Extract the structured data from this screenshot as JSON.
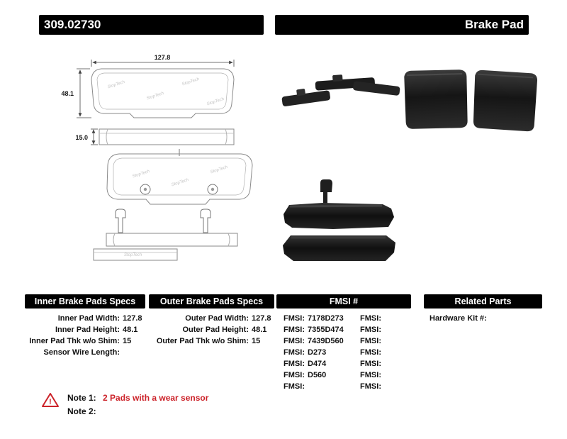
{
  "header": {
    "part_number": "309.02730",
    "product_type": "Brake Pad"
  },
  "diagram": {
    "dim_width": "127.8",
    "dim_height": "48.1",
    "dim_thickness": "15.0",
    "watermark": "StopTech"
  },
  "specs": {
    "inner": {
      "title": "Inner Brake Pads Specs",
      "rows": [
        {
          "label": "Inner Pad Width:",
          "value": "127.8"
        },
        {
          "label": "Inner Pad Height:",
          "value": "48.1"
        },
        {
          "label": "Inner Pad Thk w/o Shim:",
          "value": "15"
        },
        {
          "label": "Sensor Wire Length:",
          "value": ""
        }
      ]
    },
    "outer": {
      "title": "Outer Brake Pads Specs",
      "rows": [
        {
          "label": "Outer Pad Width:",
          "value": "127.8"
        },
        {
          "label": "Outer Pad Height:",
          "value": "48.1"
        },
        {
          "label": "Outer Pad Thk w/o Shim:",
          "value": "15"
        }
      ]
    },
    "fmsi": {
      "title": "FMSI #",
      "rows": [
        {
          "l1": "FMSI:",
          "v1": "7178D273",
          "l2": "FMSI:",
          "v2": ""
        },
        {
          "l1": "FMSI:",
          "v1": "7355D474",
          "l2": "FMSI:",
          "v2": ""
        },
        {
          "l1": "FMSI:",
          "v1": "7439D560",
          "l2": "FMSI:",
          "v2": ""
        },
        {
          "l1": "FMSI:",
          "v1": "D273",
          "l2": "FMSI:",
          "v2": ""
        },
        {
          "l1": "FMSI:",
          "v1": "D474",
          "l2": "FMSI:",
          "v2": ""
        },
        {
          "l1": "FMSI:",
          "v1": "D560",
          "l2": "FMSI:",
          "v2": ""
        },
        {
          "l1": "FMSI:",
          "v1": "",
          "l2": "FMSI:",
          "v2": ""
        }
      ]
    },
    "related": {
      "title": "Related Parts",
      "rows": [
        {
          "label": "Hardware Kit #:",
          "value": ""
        }
      ]
    }
  },
  "notes": {
    "note1_label": "Note 1:",
    "note1_text": "2 Pads with a wear sensor",
    "note2_label": "Note 2:",
    "note2_text": ""
  }
}
